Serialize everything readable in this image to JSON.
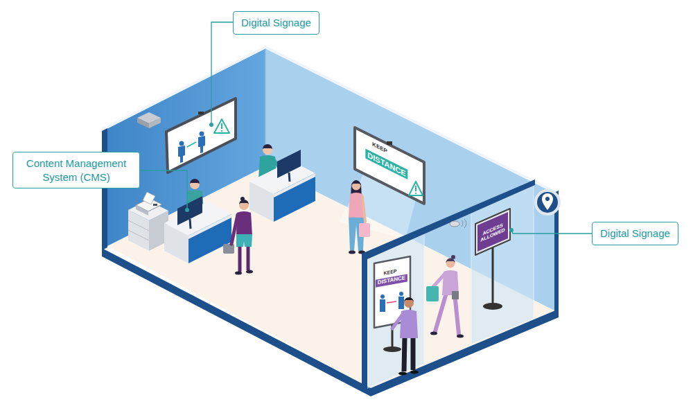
{
  "diagram": {
    "nodes": [
      {
        "text": [
          "Digital Signage"
        ]
      },
      {
        "text": [
          "Content Management System (CMS)"
        ]
      },
      {
        "text": [
          "Digital Signage"
        ]
      }
    ],
    "labels": [
      "KEEP",
      "DISTANCE",
      "KEEP",
      "DISTANCE",
      "ACCESS ALLOWED"
    ]
  }
}
